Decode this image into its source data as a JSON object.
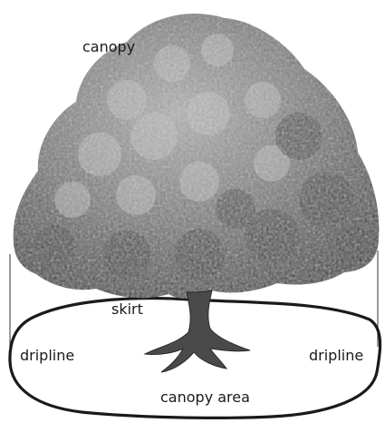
{
  "labels": {
    "canopy": "canopy",
    "skirt": "skirt",
    "dripline_left": "dripline",
    "dripline_right": "dripline",
    "canopy_area": "canopy area"
  },
  "colors": {
    "foliage_dark": "#3a3a3a",
    "foliage_mid": "#6e6e6e",
    "foliage_light": "#a9a9a9",
    "trunk": "#4a4a4a",
    "outline": "#1a1a1a",
    "dripline": "#555555"
  }
}
